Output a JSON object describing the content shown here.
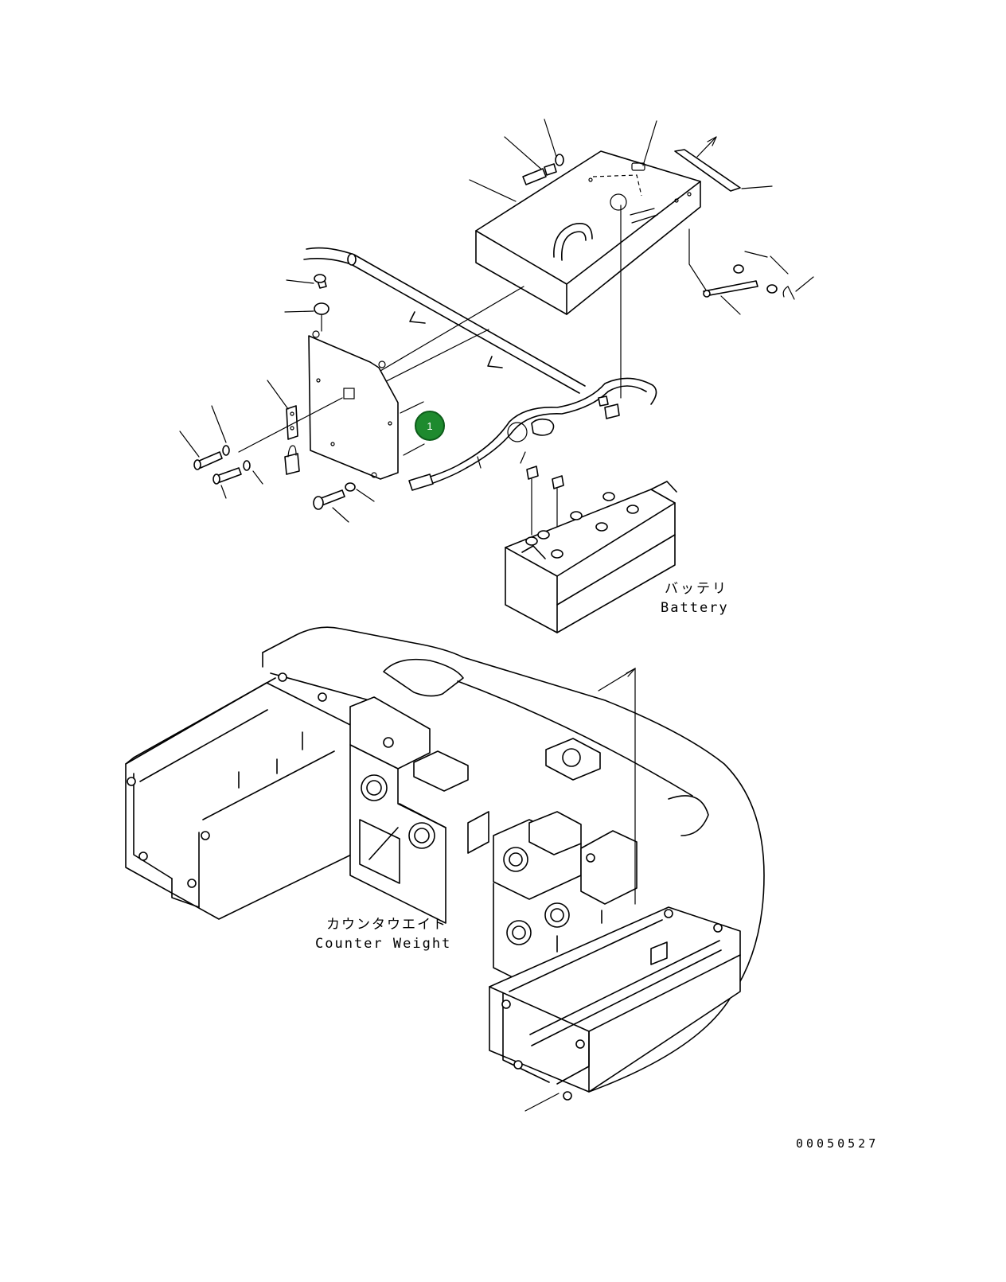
{
  "labels": {
    "battery_jp": "バッテリ",
    "battery_en": "Battery",
    "counterweight_jp": "カウンタウエイト",
    "counterweight_en": "Counter Weight",
    "drawing_number": "00050527"
  },
  "callouts": [
    {
      "number": "1",
      "color": "#1e8a2e"
    }
  ]
}
